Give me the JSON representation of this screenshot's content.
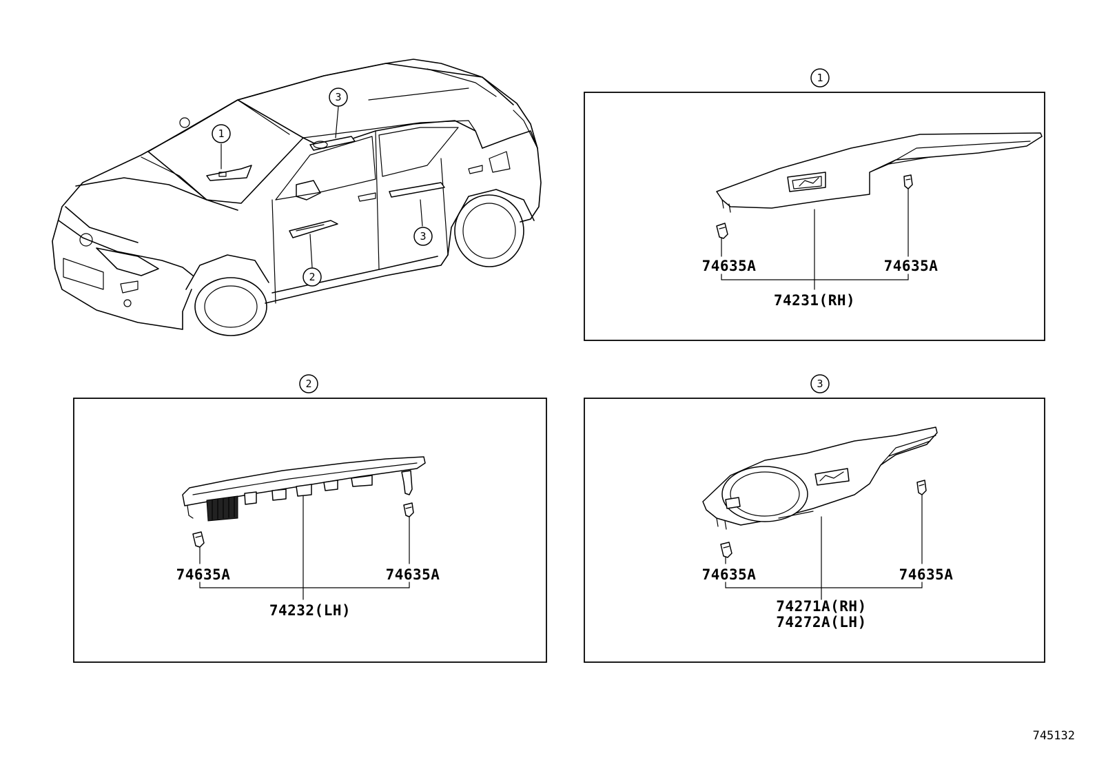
{
  "callouts": {
    "one": "1",
    "two": "2",
    "three": "3"
  },
  "panel_1": {
    "clip_left": "74635A",
    "clip_right": "74635A",
    "part": "74231(RH)"
  },
  "panel_2": {
    "clip_left": "74635A",
    "clip_right": "74635A",
    "part": "74232(LH)"
  },
  "panel_3": {
    "clip_left": "74635A",
    "clip_right": "74635A",
    "part_rh": "74271A(RH)",
    "part_lh": "74272A(LH)"
  },
  "diagram_id": "745132"
}
